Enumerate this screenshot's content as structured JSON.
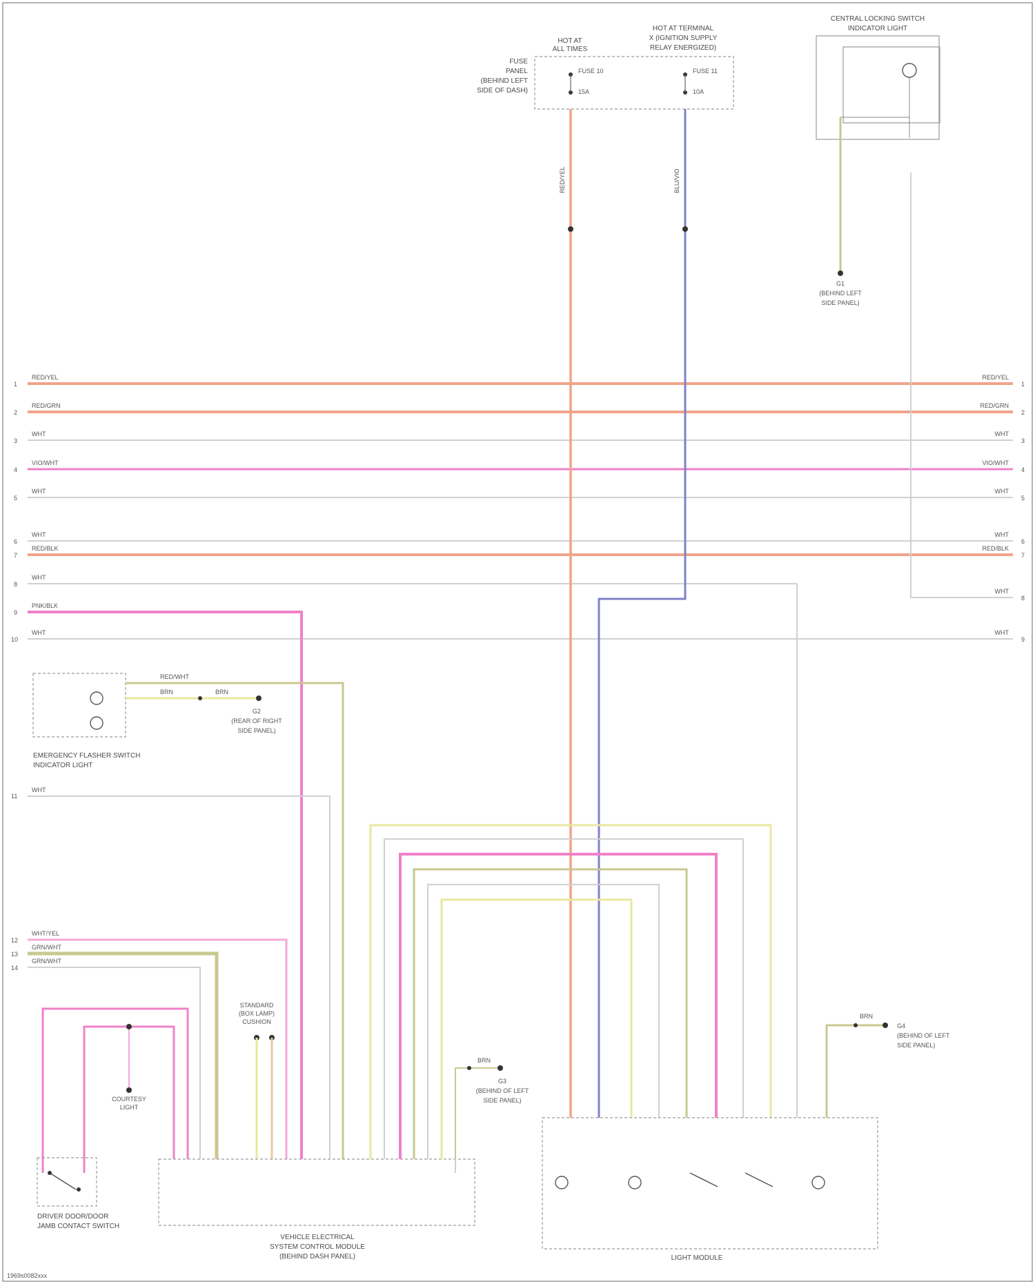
{
  "colors": {
    "orange": "#f0a48a",
    "pink": "#f080c8",
    "lightpink": "#f4a8d8",
    "white": "#d0d0d0",
    "yellow": "#e8e8a0",
    "olive": "#c8c890",
    "blue": "#8080c8",
    "grey": "#bbbbbb",
    "frame": "#9a9a9a"
  },
  "components": {
    "fuse_box": {
      "name": "FUSE BOX",
      "lines": [
        "FUSE",
        "PANEL",
        "(BEHIND LEFT",
        "SIDE OF DASH)"
      ],
      "fuses": [
        "FUSE 10",
        "FUSE 11"
      ],
      "amps": [
        "15A",
        "10A"
      ]
    },
    "relay": {
      "name": "RELAY",
      "lines": [
        "HOT AT TERMINAL",
        "X (IGNITION SUPPLY",
        "RELAY ENERGIZED)"
      ]
    },
    "hot_at_all_times": {
      "name": "HOT AT ALL TIMES",
      "lines": [
        "HOT AT",
        "ALL TIMES"
      ]
    },
    "central_locking": {
      "name": "CENTRAL LOCKING",
      "lines": [
        "CENTRAL LOCKING SWITCH",
        "INDICATOR LIGHT"
      ]
    },
    "ground_top": {
      "name": "G1",
      "lines": [
        "G1",
        "(BEHIND LEFT",
        "SIDE PANEL)"
      ]
    },
    "emergency_flasher": {
      "name": "EMERGENCY FLASHER",
      "lines": [
        "EMERGENCY FLASHER SWITCH",
        "INDICATOR LIGHT"
      ]
    },
    "ground_mid": {
      "name": "G2",
      "lines": [
        "G2",
        "(REAR OF RIGHT",
        "SIDE PANEL)"
      ]
    },
    "standard_lights": {
      "name": "STANDARD",
      "lines": [
        "STANDARD",
        "(BOX LAMP)",
        "CUSHION"
      ]
    },
    "courtesy_light": {
      "name": "COURTESY",
      "lines": [
        "COURTESY",
        "LIGHT"
      ]
    },
    "door_switch": {
      "name": "DOOR SWITCH",
      "lines": [
        "DRIVER DOOR/DOOR",
        "JAMB CONTACT SWITCH"
      ]
    },
    "body_module": {
      "name": "BODY MODULE",
      "lines": [
        "VEHICLE ELECTRICAL",
        "SYSTEM CONTROL MODULE",
        "(BEHIND DASH PANEL)"
      ]
    },
    "ground_bottom": {
      "name": "G3",
      "lines": [
        "G3",
        "(BEHIND OF LEFT",
        "SIDE PANEL)"
      ]
    },
    "ground_right": {
      "name": "G4",
      "lines": [
        "G4",
        "(BEHIND OF LEFT",
        "SIDE PANEL)"
      ]
    },
    "light_module": {
      "name": "LIGHT MODULE",
      "lines": [
        "LIGHT MODULE"
      ]
    }
  },
  "bus": {
    "left_labels": [
      "RED/YEL",
      "RED/GRN",
      "WHT",
      "VIO/WHT",
      "WHT",
      "WHT",
      "RED/BLK",
      "WHT",
      "PNK/BLK",
      "WHT"
    ],
    "right_labels": [
      "RED/YEL",
      "RED/GRN",
      "WHT",
      "VIO/WHT",
      "WHT",
      "WHT",
      "RED/BLK",
      "WHT",
      "WHT"
    ],
    "numbers": [
      "1",
      "2",
      "3",
      "4",
      "5",
      "6",
      "7",
      "8",
      "9",
      "10",
      "11",
      "12",
      "13",
      "14"
    ]
  },
  "wire_labels": {
    "fuse_out_1": "RED/YEL",
    "fuse_out_2": "BLU/VIO",
    "left_lower_1": "WHT/YEL",
    "left_lower_2": "GRN/WHT",
    "left_lower_3": "GRN/WHT",
    "flasher_1": "RED/WHT",
    "flasher_2": "BRN",
    "flasher_3": "BRN",
    "misc": "WHT",
    "ground_wire": "BRN"
  },
  "footer": {
    "code": "1969s0082xxx"
  }
}
